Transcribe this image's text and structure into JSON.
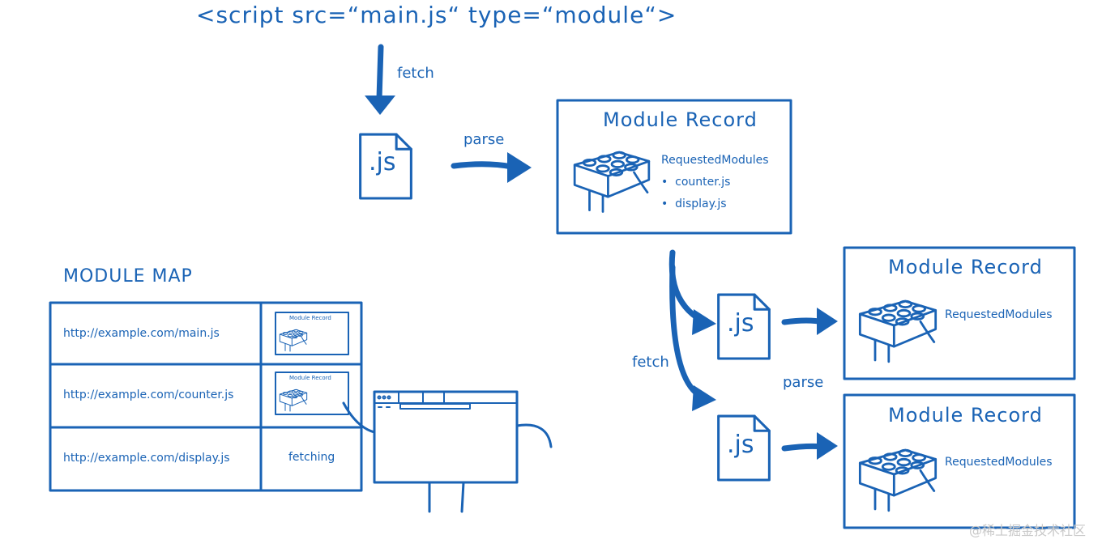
{
  "header": {
    "script_tag": "<script src=“main.js“ type=“module“>"
  },
  "labels": {
    "fetch_top": "fetch",
    "parse_top": "parse",
    "fetch_side": "fetch",
    "parse_side": "parse"
  },
  "files": {
    "js_label": ".js"
  },
  "module_records": [
    {
      "title": "Module Record",
      "requested_title": "RequestedModules",
      "requested_items": [
        "counter.js",
        "display.js"
      ]
    },
    {
      "title": "Module Record",
      "requested_title": "RequestedModules",
      "requested_items": []
    },
    {
      "title": "Module Record",
      "requested_title": "RequestedModules",
      "requested_items": []
    }
  ],
  "module_map": {
    "title": "MODULE MAP",
    "rows": [
      {
        "url": "http://example.com/main.js",
        "value_title": "Module Record"
      },
      {
        "url": "http://example.com/counter.js",
        "value_title": "Module Record"
      },
      {
        "url": "http://example.com/display.js",
        "value_text": "fetching"
      }
    ]
  },
  "watermark": "@稀土掘金技术社区",
  "colors": {
    "ink": "#1a63b5",
    "background": "#ffffff"
  }
}
